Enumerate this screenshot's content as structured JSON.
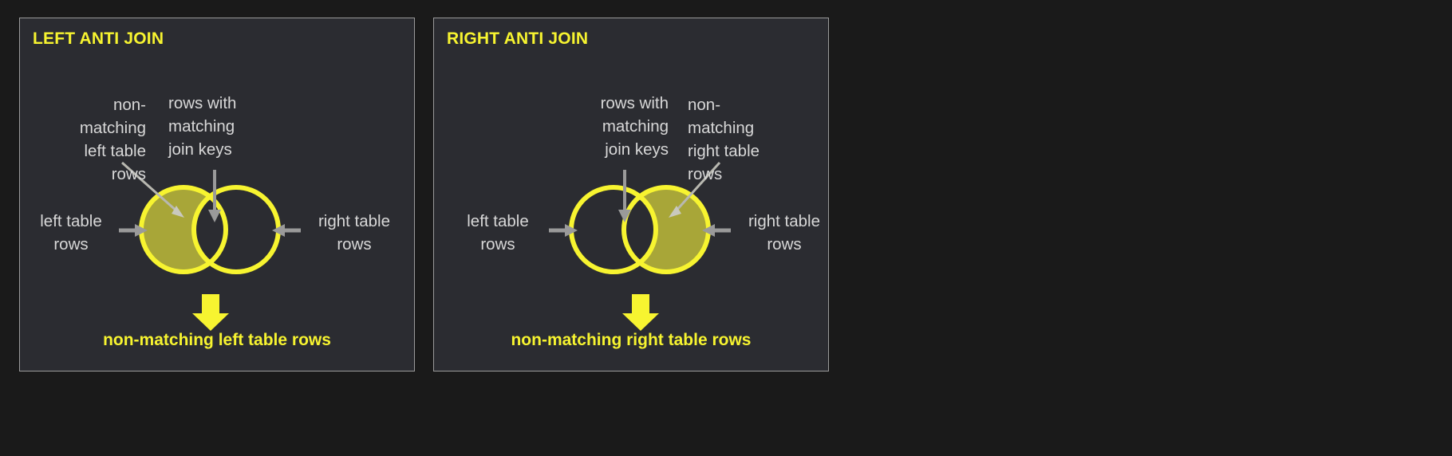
{
  "theme": {
    "background": "#1a1a1a",
    "panel_background": "#2b2c31",
    "panel_border": "#9a9a9a",
    "accent_yellow": "#f7f430",
    "fill_olive": "#a8a638",
    "annotation_gray": "#d8d8d8",
    "arrow_gray": "#9a9a9a"
  },
  "panels": [
    {
      "id": "left-anti-join",
      "title": "LEFT ANTI JOIN",
      "caption": "non-matching left table rows",
      "venn": {
        "left_circle_filled": true,
        "right_circle_filled": false,
        "intersection_filled": false
      },
      "annotations": {
        "top_left": "non-\nmatching\nleft table\nrows",
        "top_right": "rows with\nmatching\njoin keys",
        "side_left": "left table\nrows",
        "side_right": "right table\nrows"
      }
    },
    {
      "id": "right-anti-join",
      "title": "RIGHT ANTI JOIN",
      "caption": "non-matching right table rows",
      "venn": {
        "left_circle_filled": false,
        "right_circle_filled": true,
        "intersection_filled": false
      },
      "annotations": {
        "top_left": "rows with\nmatching\njoin keys",
        "top_right": "non-\nmatching\nright table\nrows",
        "side_left": "left table\nrows",
        "side_right": "right table\nrows"
      }
    }
  ]
}
